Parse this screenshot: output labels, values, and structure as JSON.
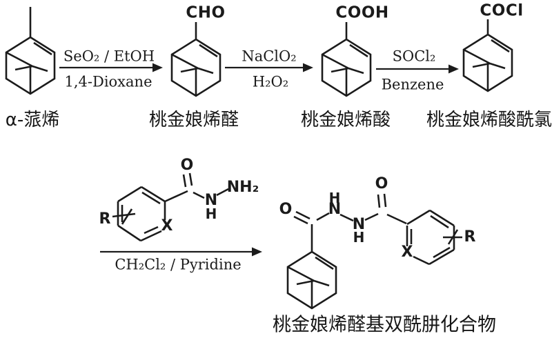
{
  "colors": {
    "ink": "#1b1b1b",
    "background": "#ffffff"
  },
  "compounds": {
    "c1": {
      "name": "α-蒎烯"
    },
    "c2": {
      "name": "桃金娘烯醛",
      "group": "CHO"
    },
    "c3": {
      "name": "桃金娘烯酸",
      "group": "COOH"
    },
    "c4": {
      "name": "桃金娘烯酸酰氯",
      "group": "COCl"
    },
    "product": {
      "name": "桃金娘烯醛基双酰肼化合物"
    }
  },
  "steps": {
    "step1": {
      "reagent_top": "SeO₂ / EtOH",
      "reagent_bottom": "1,4-Dioxane"
    },
    "step2": {
      "reagent_top": "NaClO₂",
      "reagent_bottom": "H₂O₂"
    },
    "step3": {
      "reagent_top": "SOCl₂",
      "reagent_bottom": "Benzene"
    },
    "step4": {
      "reagent_bottom": "CH₂Cl₂ / Pyridine"
    }
  },
  "atoms": {
    "o": "O",
    "n": "N",
    "h": "H",
    "nh2": "NH₂",
    "r": "R",
    "x": "X"
  }
}
